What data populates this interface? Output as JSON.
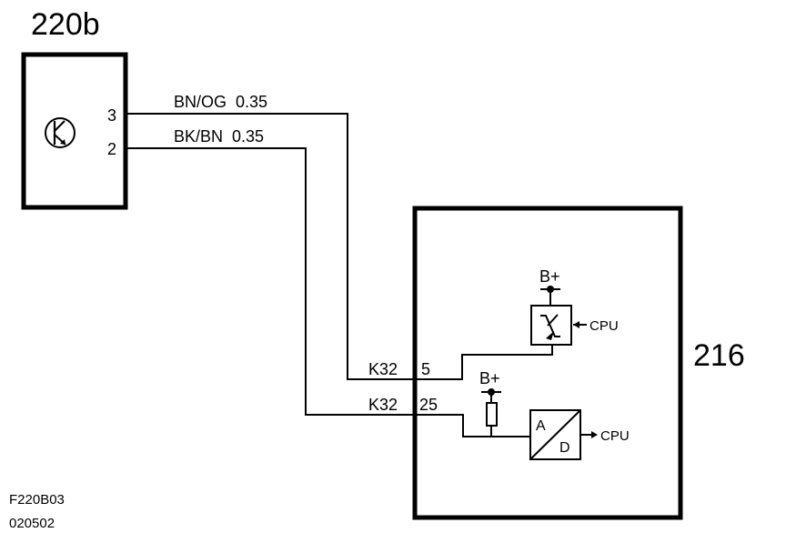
{
  "components": {
    "sensor": {
      "id": "220b",
      "pins": [
        "3",
        "2"
      ]
    },
    "module": {
      "id": "216"
    }
  },
  "wires": [
    {
      "label": "BN/OG  0.35",
      "connector": "K32",
      "pin": "5"
    },
    {
      "label": "BK/BN  0.35",
      "connector": "K32",
      "pin": "25"
    }
  ],
  "internals": {
    "supply_top": "B+",
    "supply_bottom": "B+",
    "cpu_in": "CPU",
    "cpu_out": "CPU",
    "adc_a": "A",
    "adc_d": "D"
  },
  "footer": {
    "code": "F220B03",
    "date": "020502"
  }
}
